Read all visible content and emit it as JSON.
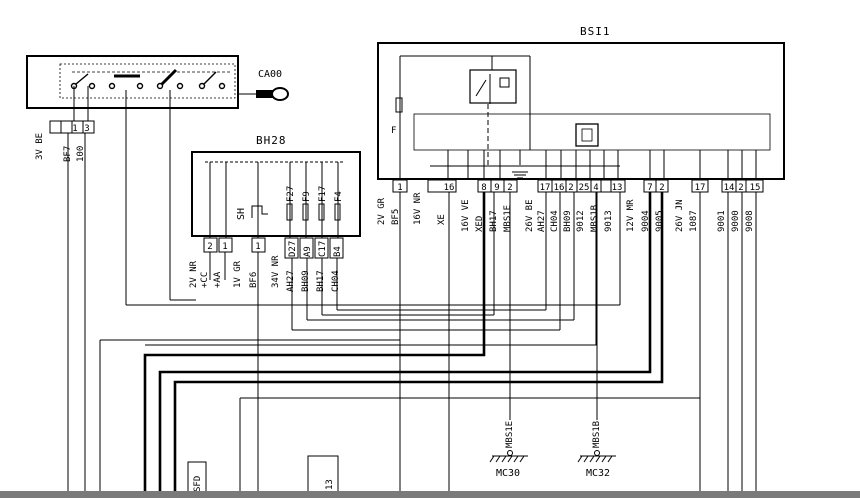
{
  "components": {
    "switch_box": {
      "connector": "CA00"
    },
    "bh28": {
      "title": "BH28",
      "fuses": [
        "F27",
        "F9",
        "F17",
        "F4"
      ],
      "shunt": "SH",
      "pins": [
        "2",
        "1",
        "1"
      ],
      "labels": [
        "2V NR",
        "+CC",
        "+AA",
        "1V GR",
        "BF6",
        "34V NR",
        "AH27",
        "BH09",
        "BH17",
        "CH04"
      ],
      "pin_boxes": [
        "D27",
        "A9",
        "C17",
        "B4"
      ]
    },
    "bsi": {
      "title": "BSI1",
      "pins": [
        "1",
        "16",
        "8",
        "9",
        "2",
        "17",
        "16",
        "2",
        "25",
        "4",
        "13",
        "7",
        "2",
        "17",
        "14",
        "2",
        "15"
      ],
      "labels": [
        "2V GR",
        "BF5",
        "16V NR",
        "XE",
        "16V VE",
        "XED",
        "BH17",
        "MBS1E",
        "26V BE",
        "AH27",
        "CH04",
        "BH09",
        "9012",
        "MBS1B",
        "9013",
        "12V MR",
        "9004",
        "9005",
        "26V JN",
        "1087",
        "9001",
        "9000",
        "9008"
      ],
      "inner_label": "F"
    }
  },
  "left_connector": {
    "pins": [
      "1",
      "3"
    ],
    "labels": [
      "3V BE",
      "BF7",
      "100"
    ]
  },
  "grounds": [
    {
      "wire": "MBS1E",
      "name": "MC30"
    },
    {
      "wire": "MBS1B",
      "name": "MC32"
    }
  ],
  "partial_labels": [
    "SFD",
    "13"
  ]
}
